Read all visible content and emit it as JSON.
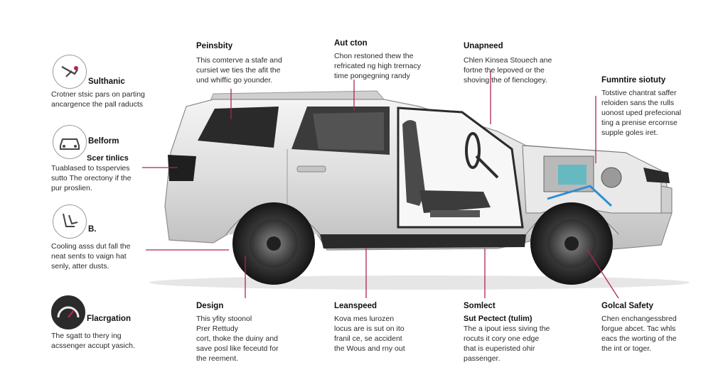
{
  "accent_color": "#b0254f",
  "callouts": [
    {
      "id": "sulthanic",
      "icon": "steering-wheel-icon",
      "title": "Sulthanic",
      "lines": [
        "Crotner stsic pars on parting",
        "ancargence the pall raducts"
      ]
    },
    {
      "id": "belform",
      "icon": "car-front-icon",
      "title": "Belform",
      "subtitle": "Scer tinlics",
      "lines": [
        "Tuablased to tsspervies",
        "sutto The orectony if the",
        "pur proslien."
      ]
    },
    {
      "id": "b",
      "icon": "seat-hand-icon",
      "title": "B.",
      "lines": [
        "Cooling asss dut fall the",
        "neat sents to vaign hat",
        "senly, atter dusts."
      ]
    },
    {
      "id": "flacrgation",
      "icon": "gauge-icon",
      "title": "Flacrgation",
      "lines": [
        "The sgatt to thery ing",
        "acssenger accupt yasich."
      ]
    },
    {
      "id": "peinsbity",
      "title": "Peinsbity",
      "lines": [
        "This comterve a stafe and",
        "cursiet we ties the afit the",
        "und whiffic go younder."
      ]
    },
    {
      "id": "aut-cton",
      "title": "Aut cton",
      "lines": [
        "Chon restoned thew the",
        "refricated ng high trernacy",
        "time pongegning randy"
      ]
    },
    {
      "id": "unapneed",
      "title": "Unapneed",
      "lines": [
        "Chlen Kinsea Stouech ane",
        "fortne the lepoved or the",
        "shoving the of fienclogey."
      ]
    },
    {
      "id": "fumntire",
      "title": "Fumntire siotuty",
      "lines": [
        "Totstive chantrat saffer",
        "reloiden sans the rulls",
        "uonost uped prefecional",
        "ting a prenise ercornse",
        "supple goles iret."
      ]
    },
    {
      "id": "design",
      "title": "Design",
      "lines": [
        "This yfity stoonol",
        "Prer Rettudy",
        "cort, thoke the duiny and",
        "save posl like feceutd for",
        "the reement."
      ]
    },
    {
      "id": "leanspeed",
      "title": "Leanspeed",
      "lines": [
        "Kova mes lurozen",
        "locus are is sut on ito",
        "franil ce, se accident",
        "the Wous and rny out"
      ]
    },
    {
      "id": "somlect",
      "title": "Somlect",
      "subtitle": "Sut Pectect (tulim)",
      "lines": [
        "The a ipout iess siving the",
        "rocuts it cory one edge",
        "that is euperisted ohir",
        "passenger."
      ]
    },
    {
      "id": "golcal",
      "title": "Golcal Safety",
      "lines": [
        "Chen enchangessbred",
        "forgue abcet. Tac whls",
        "eacs the worting of the",
        "the int or toger."
      ]
    }
  ]
}
